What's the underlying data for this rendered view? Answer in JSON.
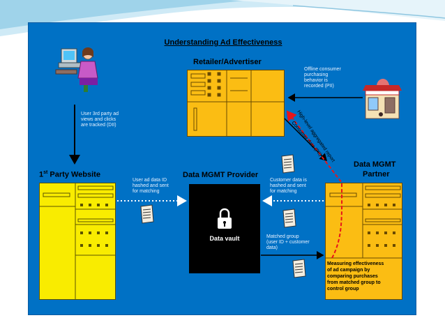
{
  "title": "Understanding Ad Effectiveness",
  "headings": {
    "retailer": "Retailer/Advertiser",
    "website_prefix": "1",
    "website_sup": "st",
    "website_suffix": " Party Website",
    "provider": "Data MGMT Provider",
    "partner_line1": "Data MGMT",
    "partner_line2": "Partner"
  },
  "notes": {
    "user_tracked": [
      "User 3rd party ad",
      "views and clicks",
      "are tracked (DII)"
    ],
    "offline": [
      "Offline consumer",
      "purchasing",
      "behavior is",
      "recorded (PII)"
    ],
    "ad_hashed": [
      "User ad data ID",
      "hashed and sent",
      "for matching"
    ],
    "customer_hashed": [
      "Customer data is",
      "hashed and sent",
      "for matching"
    ],
    "matched": [
      "Matched group",
      "(user ID + customer",
      "data)"
    ],
    "high_level": "High-level aggregated report",
    "consumer_data": "Consumer data (PII)"
  },
  "vault_label": "Data vault",
  "measure_text": [
    "Measuring effectiveness",
    "of ad campaign by",
    "comparing purchases",
    "from matched group to",
    "control group"
  ],
  "colors": {
    "panel": "#0071c5",
    "yellow_box": "#f9ec00",
    "orange_box": "#fbbd13",
    "vault": "#000000",
    "red_dash": "#e8141a",
    "arrow": "#000000",
    "dotted_arrow": "#ffffff"
  },
  "icons": [
    "computer-user-icon",
    "storefront-icon",
    "document-scroll-icon",
    "padlock-icon"
  ]
}
